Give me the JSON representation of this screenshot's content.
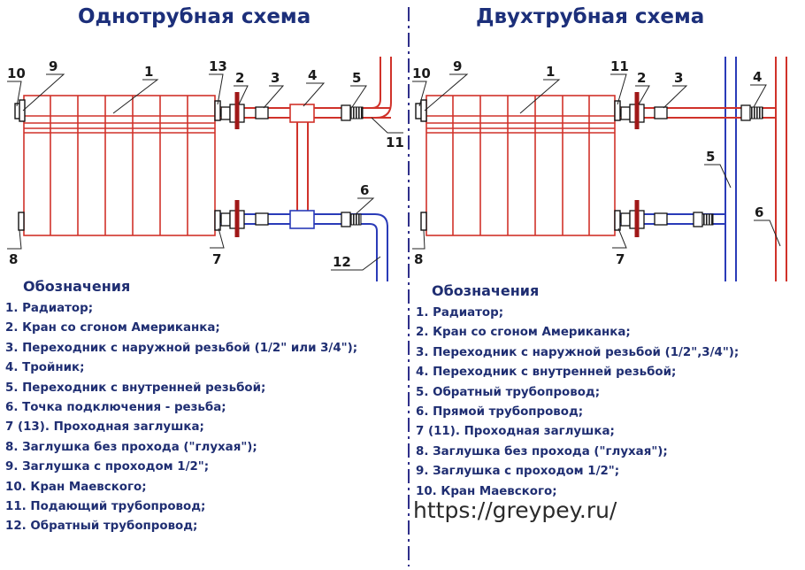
{
  "one_pipe": {
    "title": "Однотрубная схема",
    "labels": {
      "n1": "1",
      "n2": "2",
      "n3": "3",
      "n4": "4",
      "n5": "5",
      "n6": "6",
      "n7": "7",
      "n8": "8",
      "n9": "9",
      "n10": "10",
      "n11": "11",
      "n12": "12",
      "n13": "13"
    },
    "legend_heading": "Обозначения",
    "legend": [
      "1. Радиатор;",
      "2. Кран со сгоном Американка;",
      "3. Переходник с наружной резьбой (1/2\" или 3/4\");",
      "4. Тройник;",
      "5. Переходник с внутренней резьбой;",
      "6. Точка подключения - резьба;",
      "7 (13). Проходная заглушка;",
      "8. Заглушка без прохода (\"глухая\");",
      "9. Заглушка с проходом 1/2\";",
      "10. Кран Маевского;",
      "11. Подающий трубопровод;",
      "12. Обратный трубопровод;"
    ]
  },
  "two_pipe": {
    "title": "Двухтрубная схема",
    "labels": {
      "n1": "1",
      "n2": "2",
      "n3": "3",
      "n4": "4",
      "n5": "5",
      "n6": "6",
      "n7": "7",
      "n8": "8",
      "n9": "9",
      "n10": "10",
      "n11": "11"
    },
    "legend_heading": "Обозначения",
    "legend": [
      "1. Радиатор;",
      "2. Кран со сгоном Американка;",
      "3. Переходник с наружной резьбой (1/2\",3/4\");",
      "4. Переходник с внутренней резьбой;",
      "5. Обратный трубопровод;",
      "6. Прямой трубопровод;",
      "7 (11). Проходная заглушка;",
      "8. Заглушка без прохода (\"глухая\");",
      "9. Заглушка с проходом 1/2\";",
      "10. Кран Маевского;"
    ]
  },
  "watermark": "https://greypey.ru/",
  "colors": {
    "hot": "#d0322a",
    "cold": "#2a3bb8",
    "divider": "#2f2f8a",
    "text": "#1f2e72"
  }
}
